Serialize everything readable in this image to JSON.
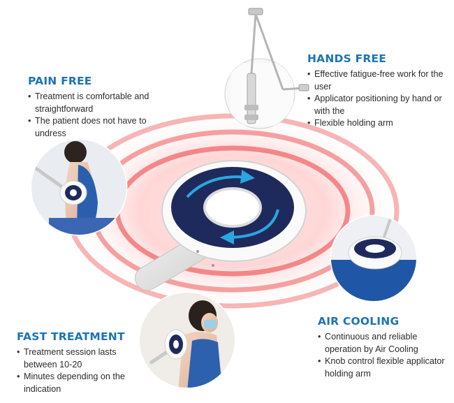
{
  "features": {
    "pain_free": {
      "title": "PAIN FREE",
      "bullets": [
        "Treatment is comfortable and straightforward",
        "The patient does not have to undress"
      ]
    },
    "hands_free": {
      "title": "HANDS FREE",
      "bullets": [
        "Effective fatigue-free work for the user",
        "Applicator positioning by hand or with the",
        "Flexible holding arm"
      ]
    },
    "fast_treatment": {
      "title": "FAST TREATMENT",
      "bullets": [
        "Treatment session lasts between 10-20",
        "Minutes depending on the indication"
      ]
    },
    "air_cooling": {
      "title": "AIR COOLING",
      "bullets": [
        "Continuous and reliable operation by Air Cooling",
        "Knob control flexible applicator holding arm"
      ]
    }
  },
  "colors": {
    "title_blue": "#1c74b4",
    "ring_red": "#ee4b4b",
    "coil_navy": "#1f2a5c",
    "arrow_blue": "#2aa7e0"
  },
  "icons": {
    "main": "magnetic-coil-applicator-icon",
    "hands_free": "articulated-holding-arm-icon",
    "pain_free": "seated-patient-back-treatment-icon",
    "air_cooling": "applicator-on-bed-icon",
    "fast_treatment": "masked-patient-shoulder-treatment-icon"
  }
}
